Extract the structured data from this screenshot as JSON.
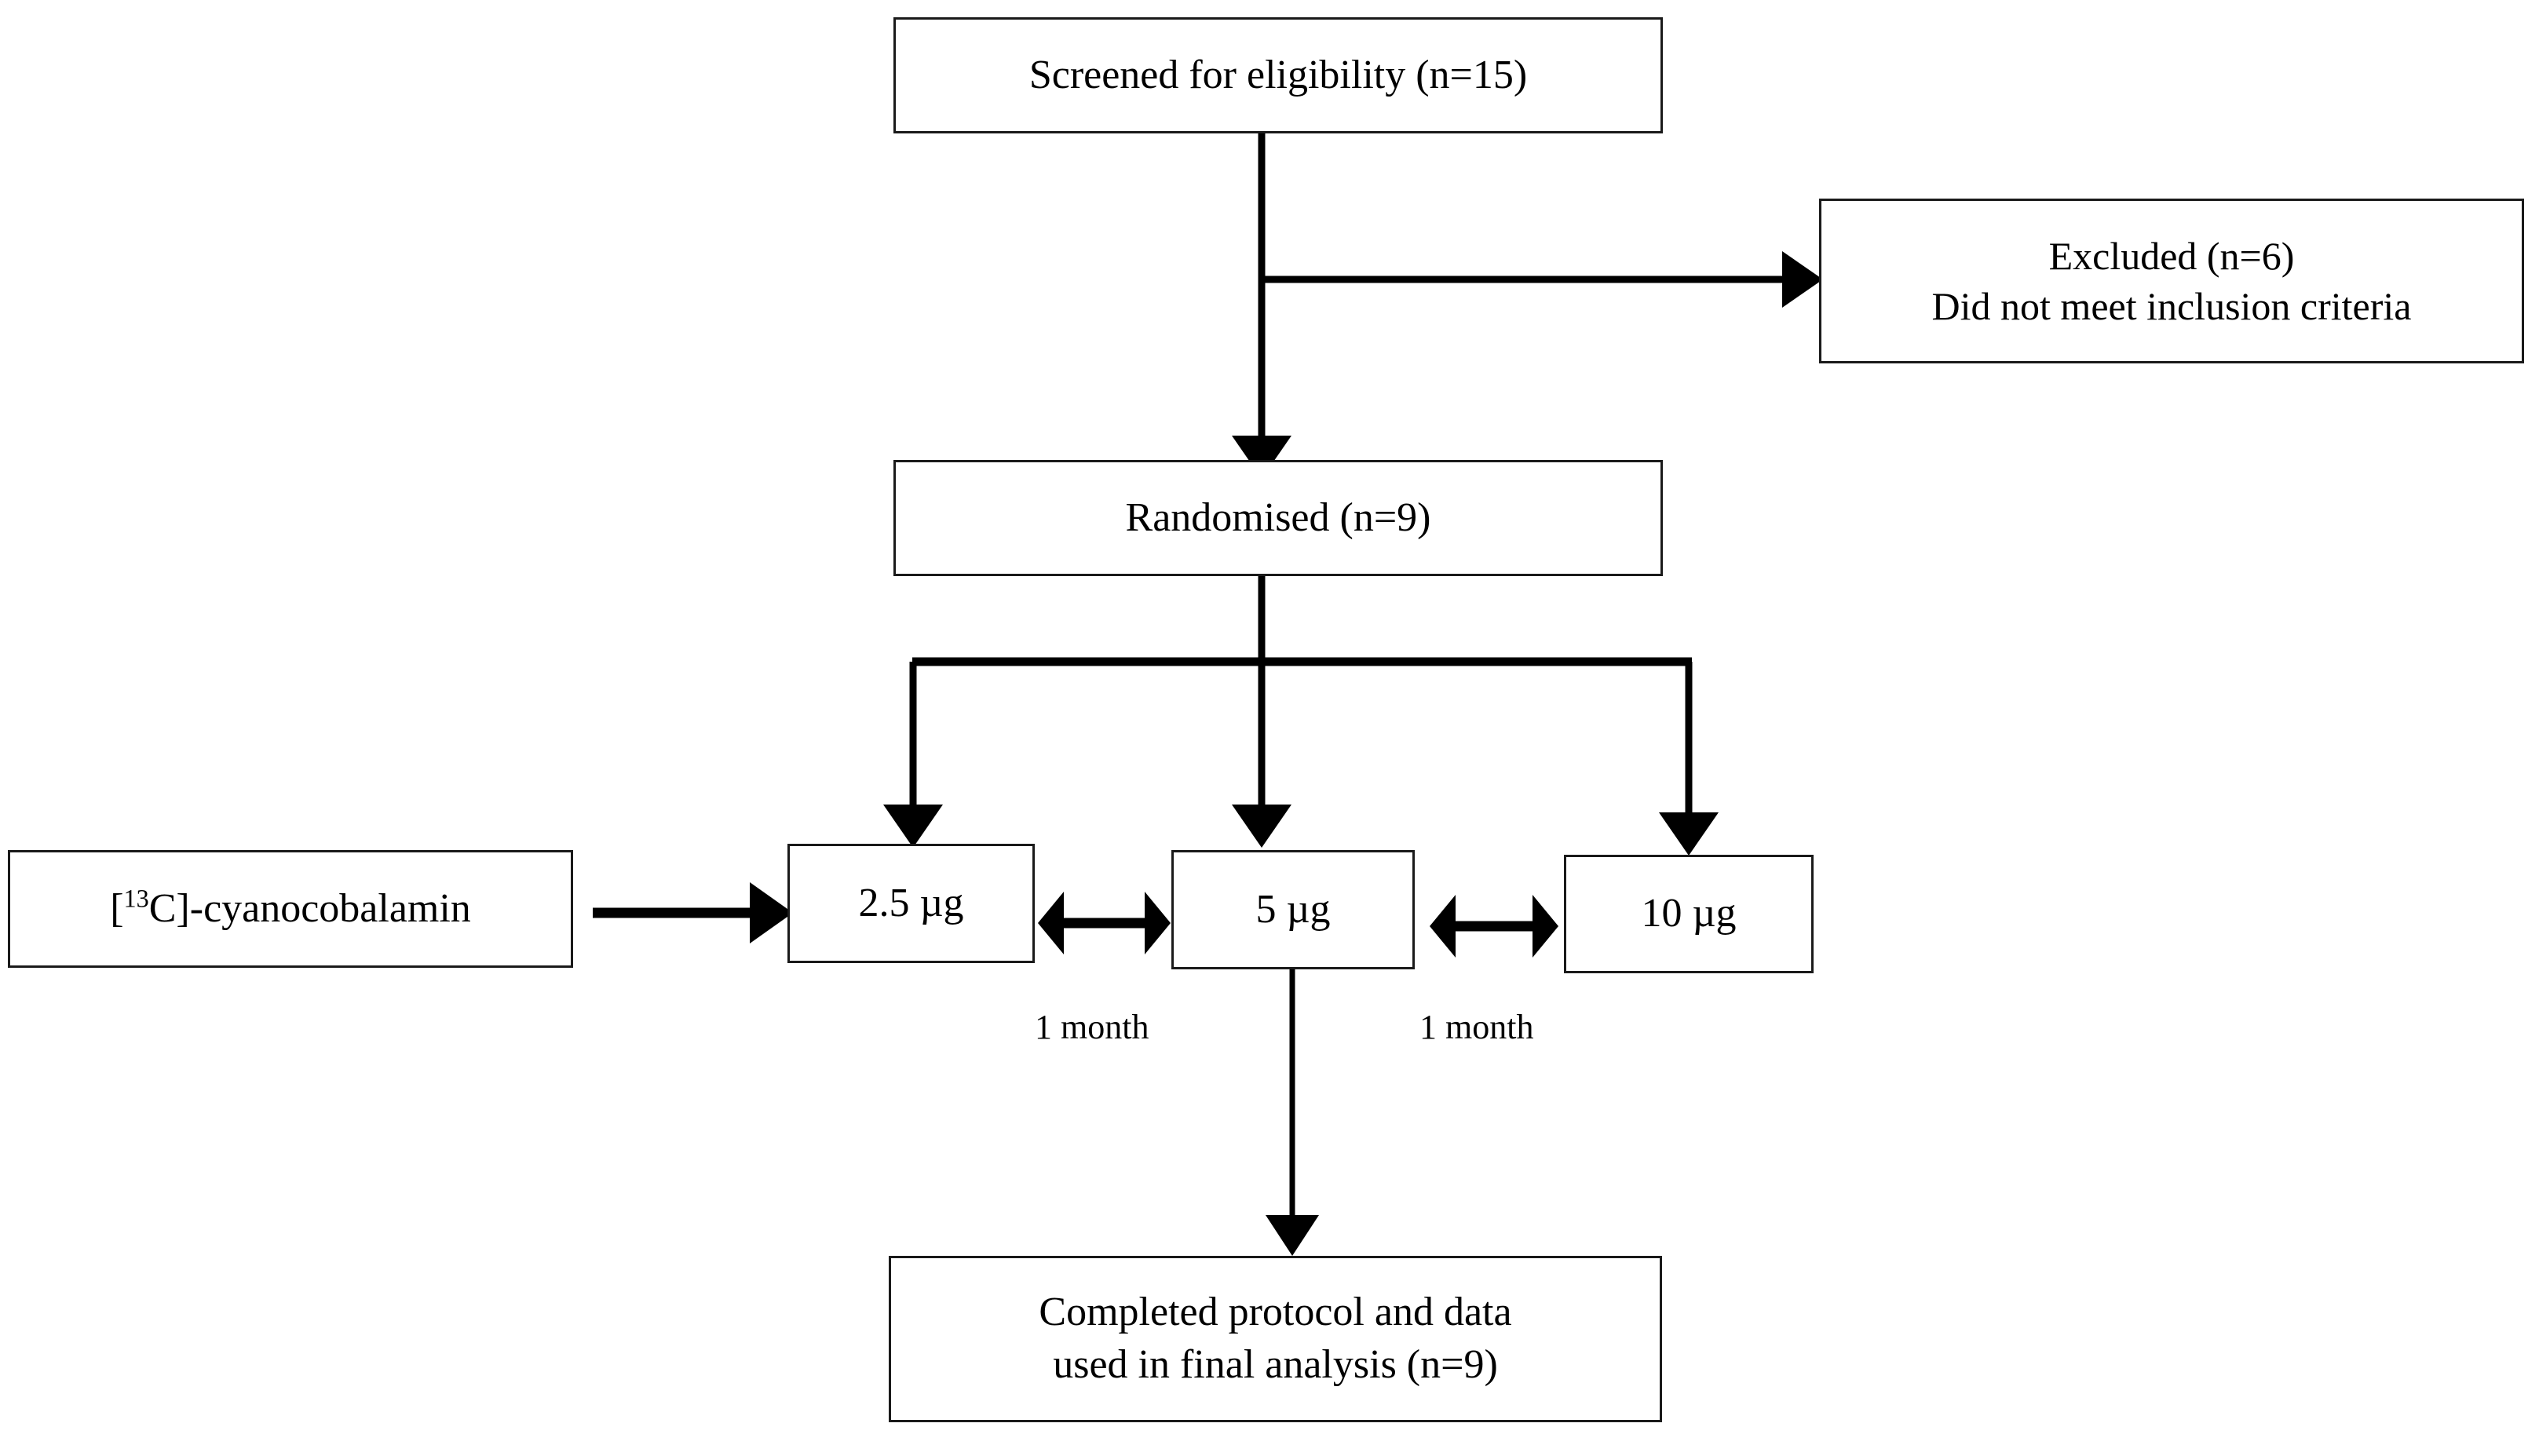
{
  "diagram": {
    "title": "CONSORT participant flow diagram",
    "line_color": "#000000",
    "box_border_color": "#1a1a1a",
    "background": "#ffffff"
  },
  "nodes": {
    "screened": {
      "label": "Screened for eligibility (n=15)",
      "count": 15
    },
    "excluded": {
      "line1": "Excluded (n=6)",
      "line2": "Did not meet inclusion criteria",
      "label": "Excluded (n=6)\nDid not meet inclusion criteria",
      "count": 6
    },
    "randomised": {
      "label": "Randomised (n=9)",
      "count": 9
    },
    "tracer": {
      "label_prefix": "[",
      "label_super": "13",
      "label_suffix": "C]-cyanocobalamin",
      "label": "[13C]-cyanocobalamin"
    },
    "dose_1": {
      "label": "2.5 µg",
      "value": 2.5,
      "unit": "µg"
    },
    "dose_2": {
      "label": "5 µg",
      "value": 5,
      "unit": "µg"
    },
    "dose_3": {
      "label": "10 µg",
      "value": 10,
      "unit": "µg"
    },
    "final": {
      "line1": "Completed protocol and data",
      "line2": "used in final analysis (n=9)",
      "label": "Completed protocol and data\nused in final analysis (n=9)",
      "count": 9
    }
  },
  "edge_labels": {
    "washout_1": "1 month",
    "washout_2": "1 month"
  }
}
